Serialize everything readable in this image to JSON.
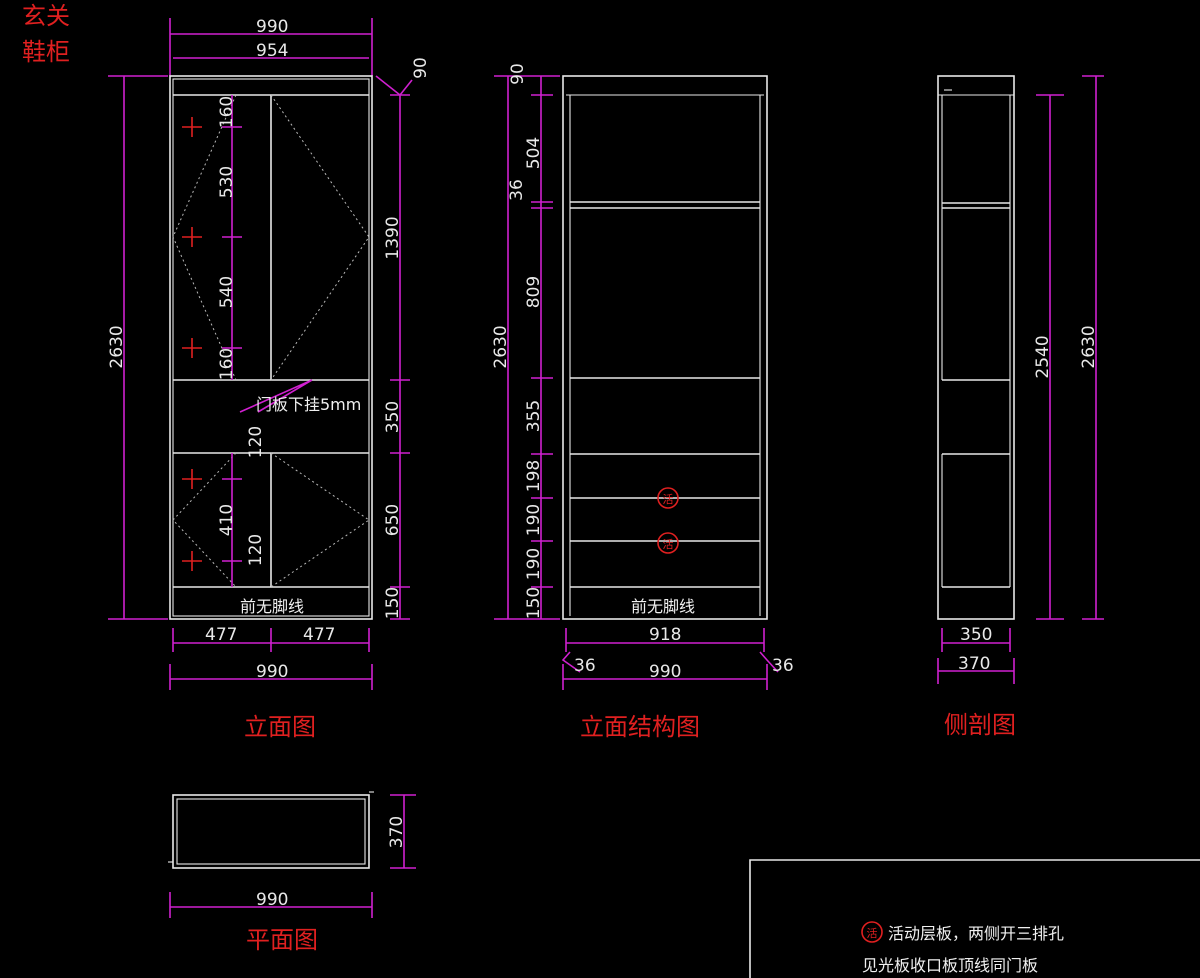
{
  "title": {
    "line1": "玄关",
    "line2": "鞋柜"
  },
  "views": {
    "elevation": {
      "label": "立面图",
      "width_outer": "990",
      "width_inner": "954",
      "top_offset": "90",
      "height_total": "2630",
      "upper_right": "1390",
      "mid_right": "350",
      "lower_right": "650",
      "base_right": "150",
      "hinge_upper": [
        "160",
        "530",
        "540",
        "160"
      ],
      "hinge_lower": [
        "120",
        "410",
        "120"
      ],
      "door_note": "门板下挂5mm",
      "base_note": "前无脚线",
      "bottom_halves": [
        "477",
        "477"
      ],
      "bottom_total": "990"
    },
    "structure": {
      "label": "立面结构图",
      "top": "90",
      "height_total": "2630",
      "sections": [
        "504",
        "36",
        "809",
        "355",
        "198",
        "190",
        "190",
        "150"
      ],
      "base_note": "前无脚线",
      "inner_width": "918",
      "outer_width": "990",
      "side_left": "36",
      "side_right": "36",
      "movable_mark": "活"
    },
    "section": {
      "label": "侧剖图",
      "height_inner": "2540",
      "height_total": "2630",
      "depth_inner": "350",
      "depth_total": "370"
    },
    "plan": {
      "label": "平面图",
      "width": "990",
      "depth": "370"
    }
  },
  "legend": {
    "mark": "活",
    "line1": "活动层板，两侧开三排孔",
    "line2": "见光板收口板顶线同门板"
  },
  "colors": {
    "background": "#000000",
    "lines": "#e8e8e8",
    "dimensions": "#d020d0",
    "annotations": "#e02020"
  }
}
